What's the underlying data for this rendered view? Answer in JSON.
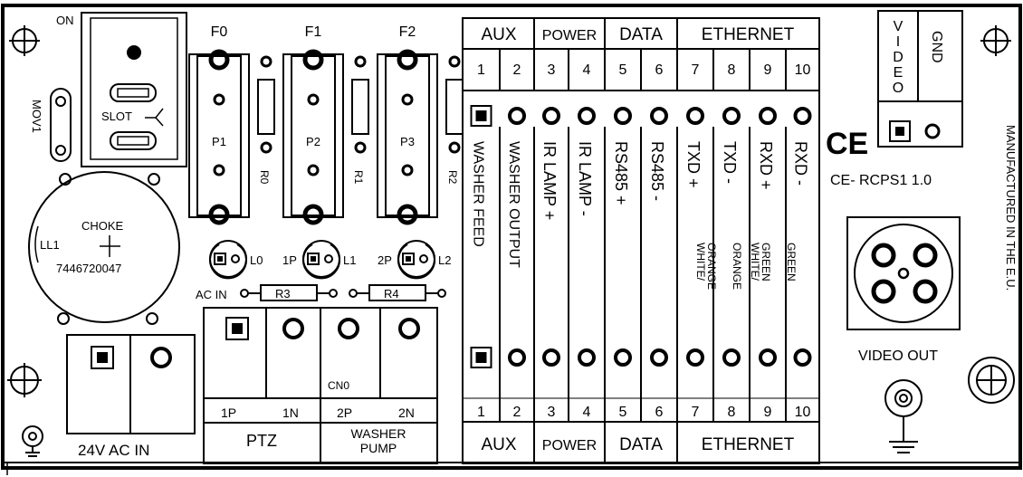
{
  "switch": {
    "on_label": "ON",
    "slot_label": "SLOT"
  },
  "mov_label": "MOV1",
  "fuses": [
    {
      "name": "F0",
      "part": "P1",
      "resistor": "R0"
    },
    {
      "name": "F1",
      "part": "P2",
      "resistor": "R1"
    },
    {
      "name": "F2",
      "part": "P3",
      "resistor": "R2"
    }
  ],
  "choke": {
    "ref": "LL1",
    "label": "CHOKE",
    "part_number": "7446720047"
  },
  "leds": [
    "L0",
    "L1",
    "L2"
  ],
  "led_prefixes": [
    "1P",
    "2P"
  ],
  "ac_in_label": "AC IN",
  "resistors": [
    "R3",
    "R4"
  ],
  "cn0_label": "CN0",
  "ptz_pins": [
    "1P",
    "1N"
  ],
  "ptz_label": "PTZ",
  "washer_pins": [
    "2P",
    "2N"
  ],
  "washer_label_1": "WASHER",
  "washer_label_2": "PUMP",
  "ac_block_label": "24V AC IN",
  "terminal": {
    "groups_top": [
      "AUX",
      "POWER",
      "DATA",
      "ETHERNET"
    ],
    "groups_bottom": [
      "AUX",
      "POWER",
      "DATA",
      "ETHERNET"
    ],
    "pin_numbers": [
      "1",
      "2",
      "3",
      "4",
      "5",
      "6",
      "7",
      "8",
      "9",
      "10"
    ],
    "pin_main_labels": [
      "WASHER FEED",
      "WASHER OUTPUT",
      "IR LAMP +",
      "IR LAMP -",
      "RS485 +",
      "RS485 -",
      "TXD +",
      "TXD -",
      "RXD +",
      "RXD -"
    ],
    "pin_sub_labels": [
      "WHITE/",
      "ORANGE",
      "ORANGE",
      "WHITE/",
      "GREEN",
      "GREEN"
    ]
  },
  "video_conn": {
    "video_label": "VIDEO",
    "gnd_label": "GND"
  },
  "ce_mark": "CE",
  "model_label": "CE- RCPS1 1.0",
  "manufactured_label": "MANUFACTURED IN THE E.U.",
  "video_out_label": "VIDEO OUT"
}
